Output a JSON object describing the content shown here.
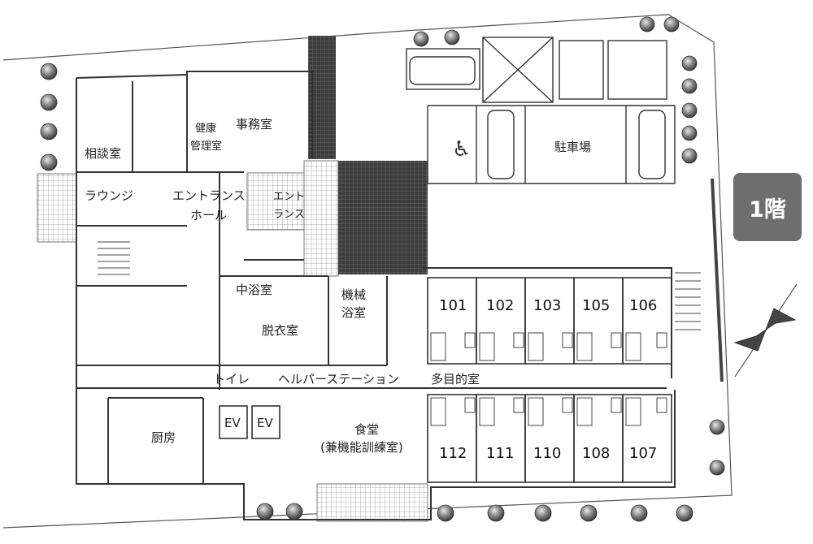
{
  "floor_label": "1階",
  "rooms": {
    "consultation": "相談室",
    "lounge": "ラウンジ",
    "entrance_hall_1": "エントランス",
    "entrance_hall_2": "ホール",
    "health_mgmt_1": "健康",
    "health_mgmt_2": "管理室",
    "office": "事務室",
    "entrance_1": "エント",
    "entrance_2": "ランス",
    "parking": "駐車場",
    "mid_bath": "中浴室",
    "machine_bath_1": "機械",
    "machine_bath_2": "浴室",
    "dressing": "脱衣室",
    "toilet": "トイレ",
    "helper_station": "ヘルパーステーション",
    "multipurpose": "多目的室",
    "kitchen": "厨房",
    "ev1": "EV",
    "ev2": "EV",
    "dining_1": "食堂",
    "dining_2": "(兼機能訓練室)"
  },
  "units_north": [
    "101",
    "102",
    "103",
    "105",
    "106"
  ],
  "units_south": [
    "112",
    "111",
    "110",
    "108",
    "107"
  ]
}
